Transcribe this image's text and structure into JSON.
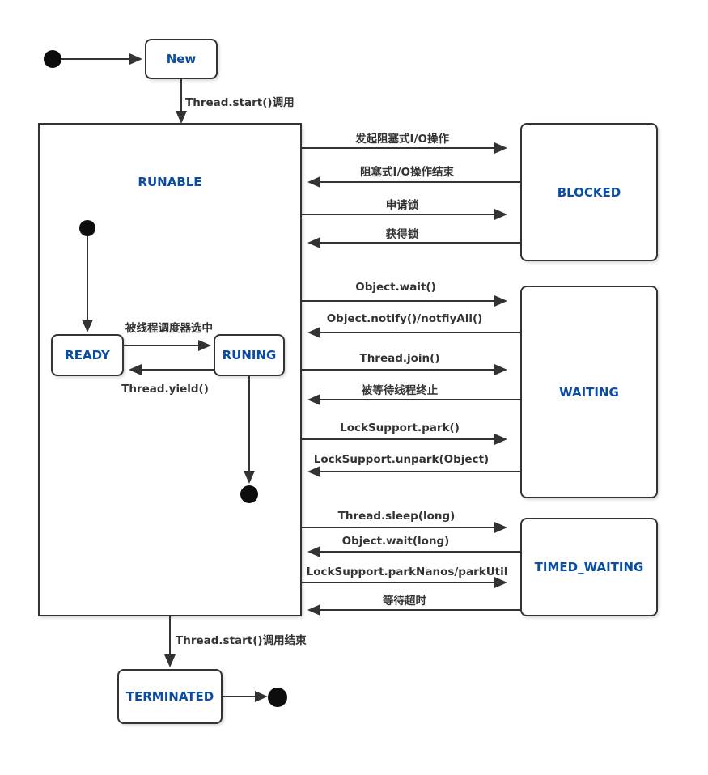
{
  "colors": {
    "state_label": "#0b4da2",
    "line": "#333333"
  },
  "states": {
    "new": "New",
    "runnable": "RUNABLE",
    "ready": "READY",
    "running": "RUNING",
    "blocked": "BLOCKED",
    "waiting": "WAITING",
    "timed_waiting": "TIMED_WAITING",
    "terminated": "TERMINATED"
  },
  "transitions": {
    "start_new": "Thread.start()调用",
    "scheduler_selected": "被线程调度器选中",
    "thread_yield": "Thread.yield()",
    "io_block": "发起阻塞式I/O操作",
    "io_unblock": "阻塞式I/O操作结束",
    "lock_request": "申请锁",
    "lock_acquired": "获得锁",
    "object_wait": "Object.wait()",
    "object_notify": "Object.notify()/notfiyAll()",
    "thread_join": "Thread.join()",
    "awaited_thread_terminated": "被等待线程终止",
    "locksupport_park": "LockSupport.park()",
    "locksupport_unpark": "LockSupport.unpark(Object)",
    "thread_sleep": "Thread.sleep(long)",
    "object_wait_long": "Object.wait(long)",
    "locksupport_parknanos": "LockSupport.parkNanos/parkUtil",
    "wait_timeout": "等待超时",
    "start_call_end": "Thread.start()调用结束"
  }
}
